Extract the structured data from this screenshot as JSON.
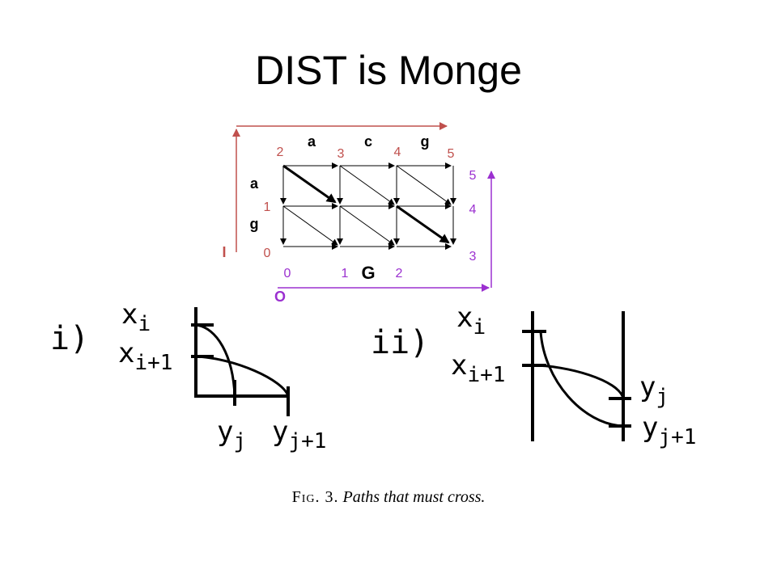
{
  "slide": {
    "title": "DIST is Monge"
  },
  "grid": {
    "top_letters": [
      "a",
      "c",
      "g"
    ],
    "left_letters": [
      "a",
      "g"
    ],
    "top_numbers": [
      "2",
      "3",
      "4",
      "5"
    ],
    "left_numbers": [
      "1",
      "0"
    ],
    "right_numbers": [
      "5",
      "4",
      "3"
    ],
    "bottom_numbers": [
      "0",
      "1",
      "2"
    ],
    "label_I": "I",
    "label_G": "G",
    "label_O": "O",
    "colors": {
      "red": "#c0504d",
      "purple": "#9b30d0",
      "black": "#000000"
    }
  },
  "figure_i": {
    "label": "i)",
    "x_i_base": "x",
    "x_i_sub": "i",
    "x_i1_base": "x",
    "x_i1_sub": "i+1",
    "y_j_base": "y",
    "y_j_sub": "j",
    "y_j1_base": "y",
    "y_j1_sub": "j+1"
  },
  "figure_ii": {
    "label": "ii)",
    "x_i_base": "x",
    "x_i_sub": "i",
    "x_i1_base": "x",
    "x_i1_sub": "i+1",
    "y_j_base": "y",
    "y_j_sub": "j",
    "y_j1_base": "y",
    "y_j1_sub": "j+1"
  },
  "caption": {
    "fig": "Fig. 3.",
    "text": "Paths that must cross."
  }
}
